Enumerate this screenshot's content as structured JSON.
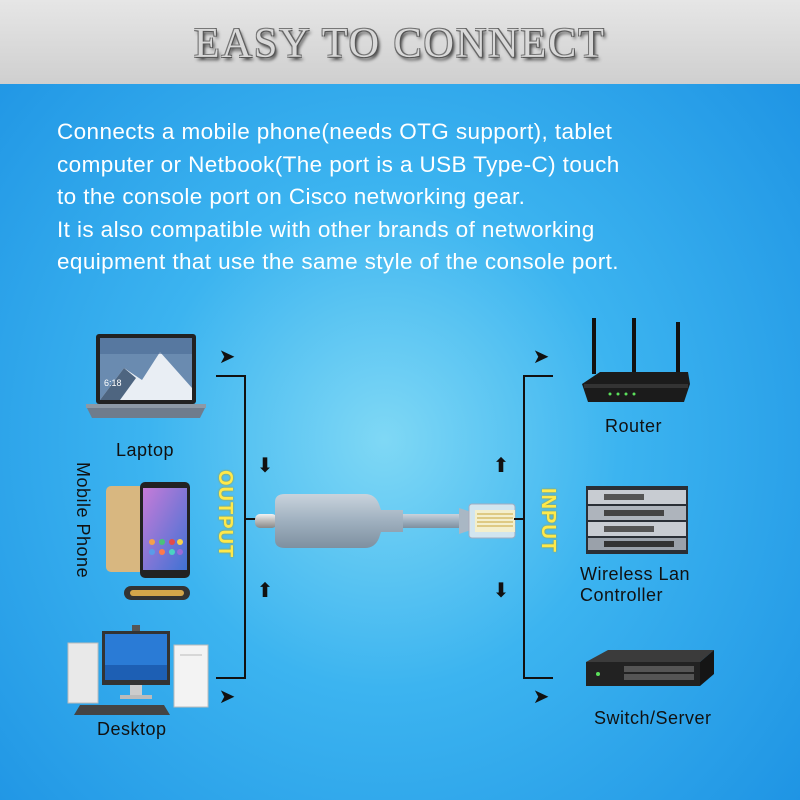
{
  "header": {
    "title": "EASY TO CONNECT"
  },
  "description": {
    "lines": [
      "Connects a mobile phone(needs OTG support), tablet",
      "computer or Netbook(The port is a USB Type-C) touch",
      "to the console port on Cisco networking gear.",
      "It is also compatible with other brands of networking",
      "equipment that use the same style of the console port."
    ]
  },
  "left_devices": {
    "laptop": {
      "label": "Laptop",
      "screen_time": "6:18"
    },
    "mobile_phone": {
      "label": "Mobile Phone"
    },
    "desktop": {
      "label": "Desktop"
    }
  },
  "right_devices": {
    "router": {
      "label": "Router"
    },
    "wlc": {
      "label_line1": "Wireless Lan",
      "label_line2": "Controller"
    },
    "switch": {
      "label": "Switch/Server"
    }
  },
  "cable": {
    "output_label": "OUTPUT",
    "input_label": "INPUT"
  },
  "colors": {
    "accent_text": "#ffe94a",
    "background_center": "#7fd8f5",
    "background_edge": "#1a8fe2",
    "header_bg": "#d8d8d8"
  },
  "icons": [
    "arrow-right-icon",
    "arrow-down-icon",
    "arrow-up-icon"
  ]
}
